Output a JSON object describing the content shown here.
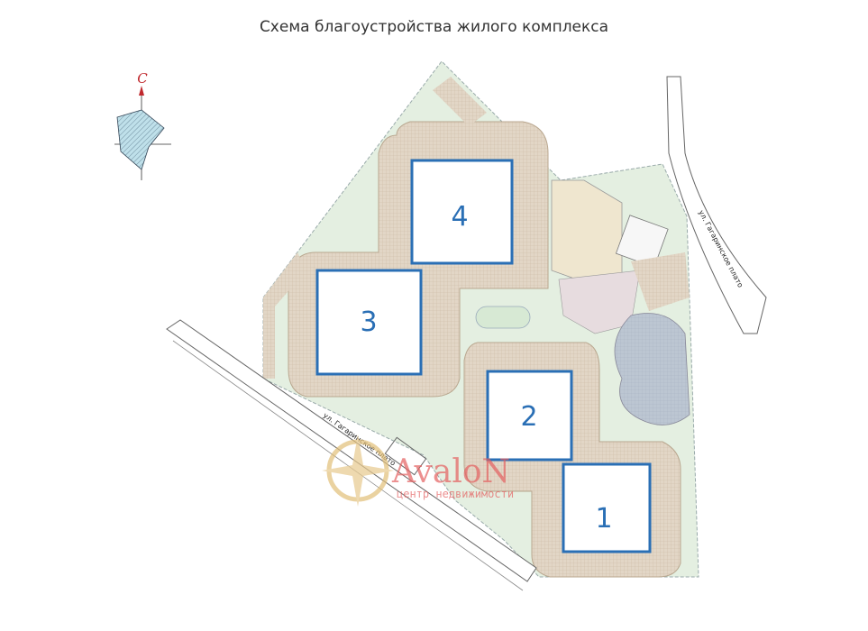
{
  "title": "Схема благоустройства жилого комплекса",
  "compass": {
    "north_label": "С"
  },
  "streets": [
    "ул. Гагаринское плато",
    "ул. Гагаринское плато"
  ],
  "buildings": [
    {
      "number": "4"
    },
    {
      "number": "3"
    },
    {
      "number": "2"
    },
    {
      "number": "1"
    }
  ],
  "watermark": {
    "brand": "AvaloN",
    "tagline": "центр недвижимости"
  },
  "colors": {
    "building": "#2a6fb5",
    "paving": "#dccfbd",
    "green": "#e3eee0",
    "water": "#b9c3cf",
    "watermark": "#e46060"
  }
}
